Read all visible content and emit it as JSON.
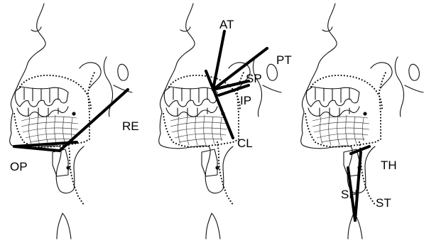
{
  "panels": [
    {
      "id": "left",
      "labels": [
        "OP",
        "RE"
      ]
    },
    {
      "id": "middle",
      "labels": [
        "AT",
        "PT",
        "SP",
        "IP",
        "CL"
      ]
    },
    {
      "id": "right",
      "labels": [
        "TH",
        "SH",
        "ST"
      ]
    }
  ],
  "labels": {
    "op": "OP",
    "re": "RE",
    "at": "AT",
    "pt": "PT",
    "sp": "SP",
    "ip": "IP",
    "cl": "CL",
    "th": "TH",
    "sh": "SH",
    "st": "ST"
  }
}
